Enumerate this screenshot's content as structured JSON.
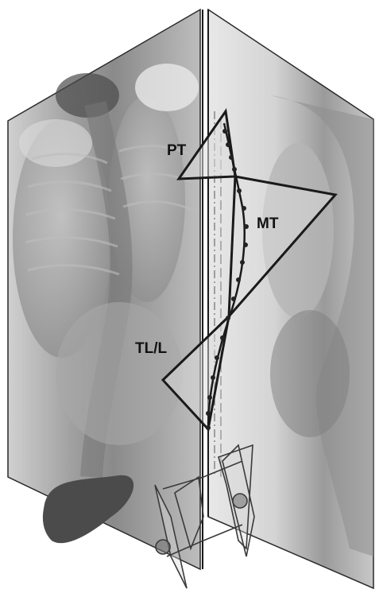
{
  "image": {
    "description_colors": {
      "background": "#ffffff",
      "xray_light": "#e6e6e6",
      "xray_mid": "#a9a9a9",
      "xray_dark": "#6e6e6e",
      "outline": "#1a1a1a",
      "guide_line": "#555555"
    }
  },
  "labels": {
    "pt": "PT",
    "mt": "MT",
    "tl_l": "TL/L"
  }
}
